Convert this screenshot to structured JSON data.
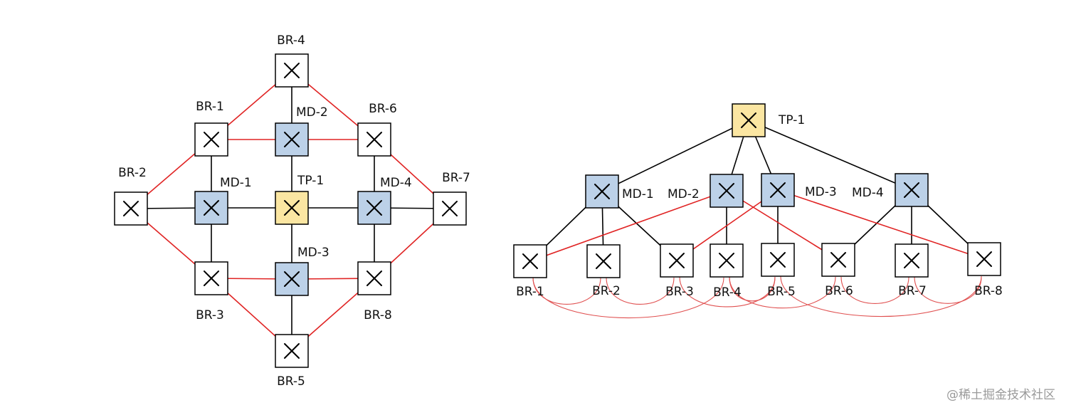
{
  "colors": {
    "black_link": "#000000",
    "red_link": "#e02424",
    "thin_red_link": "#e05050",
    "tp_fill": "#fbe6a2",
    "md_fill": "#bcd1e8",
    "br_fill": "#ffffff"
  },
  "icon": "crossbar-switch-icon",
  "left_diagram": {
    "nodes": [
      {
        "id": "BR-4",
        "label": "BR-4",
        "kind": "br"
      },
      {
        "id": "BR-1",
        "label": "BR-1",
        "kind": "br"
      },
      {
        "id": "MD-2",
        "label": "MD-2",
        "kind": "md"
      },
      {
        "id": "BR-6",
        "label": "BR-6",
        "kind": "br"
      },
      {
        "id": "BR-2",
        "label": "BR-2",
        "kind": "br"
      },
      {
        "id": "MD-1",
        "label": "MD-1",
        "kind": "md"
      },
      {
        "id": "TP-1",
        "label": "TP-1",
        "kind": "tp"
      },
      {
        "id": "MD-4",
        "label": "MD-4",
        "kind": "md"
      },
      {
        "id": "BR-7",
        "label": "BR-7",
        "kind": "br"
      },
      {
        "id": "BR-3",
        "label": "BR-3",
        "kind": "br"
      },
      {
        "id": "MD-3",
        "label": "MD-3",
        "kind": "md"
      },
      {
        "id": "BR-8",
        "label": "BR-8",
        "kind": "br"
      },
      {
        "id": "BR-5",
        "label": "BR-5",
        "kind": "br"
      }
    ],
    "black_links": [
      [
        "BR-4",
        "MD-2"
      ],
      [
        "MD-2",
        "TP-1"
      ],
      [
        "TP-1",
        "MD-3"
      ],
      [
        "MD-3",
        "BR-5"
      ],
      [
        "BR-2",
        "MD-1"
      ],
      [
        "MD-1",
        "TP-1"
      ],
      [
        "TP-1",
        "MD-4"
      ],
      [
        "MD-4",
        "BR-7"
      ],
      [
        "BR-1",
        "MD-1"
      ],
      [
        "MD-1",
        "BR-3"
      ],
      [
        "BR-6",
        "MD-4"
      ],
      [
        "MD-4",
        "BR-8"
      ]
    ],
    "red_links": [
      [
        "BR-4",
        "BR-1"
      ],
      [
        "BR-4",
        "BR-6"
      ],
      [
        "BR-1",
        "BR-2"
      ],
      [
        "BR-6",
        "BR-7"
      ],
      [
        "BR-2",
        "BR-3"
      ],
      [
        "BR-7",
        "BR-8"
      ],
      [
        "BR-3",
        "BR-5"
      ],
      [
        "BR-8",
        "BR-5"
      ],
      [
        "BR-1",
        "MD-2"
      ],
      [
        "MD-2",
        "BR-6"
      ],
      [
        "BR-3",
        "MD-3"
      ],
      [
        "MD-3",
        "BR-8"
      ]
    ]
  },
  "right_diagram": {
    "nodes": [
      {
        "id": "TP-1",
        "label": "TP-1",
        "kind": "tp"
      },
      {
        "id": "MD-1",
        "label": "MD-1",
        "kind": "md"
      },
      {
        "id": "MD-2",
        "label": "MD-2",
        "kind": "md"
      },
      {
        "id": "MD-3",
        "label": "MD-3",
        "kind": "md"
      },
      {
        "id": "MD-4",
        "label": "MD-4",
        "kind": "md"
      },
      {
        "id": "BR-1",
        "label": "BR-1",
        "kind": "br"
      },
      {
        "id": "BR-2",
        "label": "BR-2",
        "kind": "br"
      },
      {
        "id": "BR-3",
        "label": "BR-3",
        "kind": "br"
      },
      {
        "id": "BR-4",
        "label": "BR-4",
        "kind": "br"
      },
      {
        "id": "BR-5",
        "label": "BR-5",
        "kind": "br"
      },
      {
        "id": "BR-6",
        "label": "BR-6",
        "kind": "br"
      },
      {
        "id": "BR-7",
        "label": "BR-7",
        "kind": "br"
      },
      {
        "id": "BR-8",
        "label": "BR-8",
        "kind": "br"
      }
    ],
    "black_links": [
      [
        "TP-1",
        "MD-1"
      ],
      [
        "TP-1",
        "MD-2"
      ],
      [
        "TP-1",
        "MD-3"
      ],
      [
        "TP-1",
        "MD-4"
      ],
      [
        "MD-1",
        "BR-1"
      ],
      [
        "MD-1",
        "BR-2"
      ],
      [
        "MD-1",
        "BR-3"
      ],
      [
        "MD-2",
        "BR-4"
      ],
      [
        "MD-3",
        "BR-5"
      ],
      [
        "MD-4",
        "BR-6"
      ],
      [
        "MD-4",
        "BR-7"
      ],
      [
        "MD-4",
        "BR-8"
      ]
    ],
    "red_links": [
      [
        "MD-2",
        "BR-1"
      ],
      [
        "MD-2",
        "BR-6"
      ],
      [
        "MD-3",
        "BR-3"
      ],
      [
        "MD-3",
        "BR-8"
      ]
    ],
    "br_ring_links": [
      [
        "BR-1",
        "BR-2"
      ],
      [
        "BR-2",
        "BR-3"
      ],
      [
        "BR-1",
        "BR-4"
      ],
      [
        "BR-3",
        "BR-5"
      ],
      [
        "BR-4",
        "BR-5"
      ],
      [
        "BR-4",
        "BR-6"
      ],
      [
        "BR-6",
        "BR-7"
      ],
      [
        "BR-7",
        "BR-8"
      ],
      [
        "BR-5",
        "BR-8"
      ]
    ]
  },
  "watermark": "@稀土掘金技术社区"
}
